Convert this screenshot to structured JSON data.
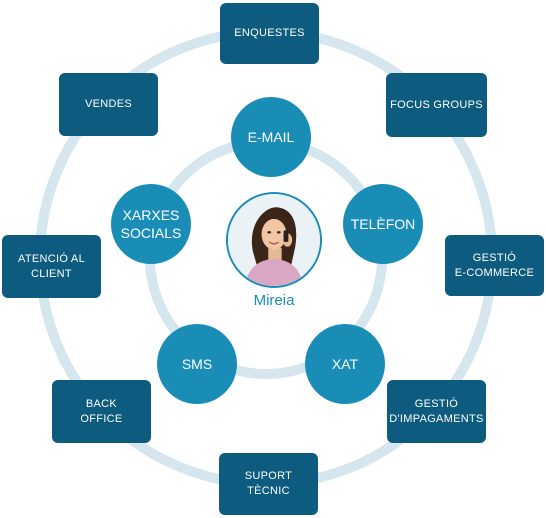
{
  "center": {
    "name": "Mireia",
    "photo": "woman-on-phone"
  },
  "inner_channels": [
    {
      "label": "E-MAIL"
    },
    {
      "label": "TELÈFON"
    },
    {
      "label": "XAT"
    },
    {
      "label": "SMS"
    },
    {
      "label": "XARXES\nSOCIALS"
    }
  ],
  "outer_services": [
    {
      "label": "ENQUESTES"
    },
    {
      "label": "FOCUS GROUPS"
    },
    {
      "label": "GESTIÓ\nE-COMMERCE"
    },
    {
      "label": "GESTIÓ\nD'IMPAGAMENTS"
    },
    {
      "label": "SUPORT\nTÈCNIC"
    },
    {
      "label": "BACK\nOFFICE"
    },
    {
      "label": "ATENCIÓ AL\nCLIENT"
    },
    {
      "label": "VENDES"
    }
  ],
  "colors": {
    "box": "#0d5b7f",
    "circle": "#1a8db7",
    "ring": "#d6e6ee",
    "name": "#1a8db7"
  }
}
